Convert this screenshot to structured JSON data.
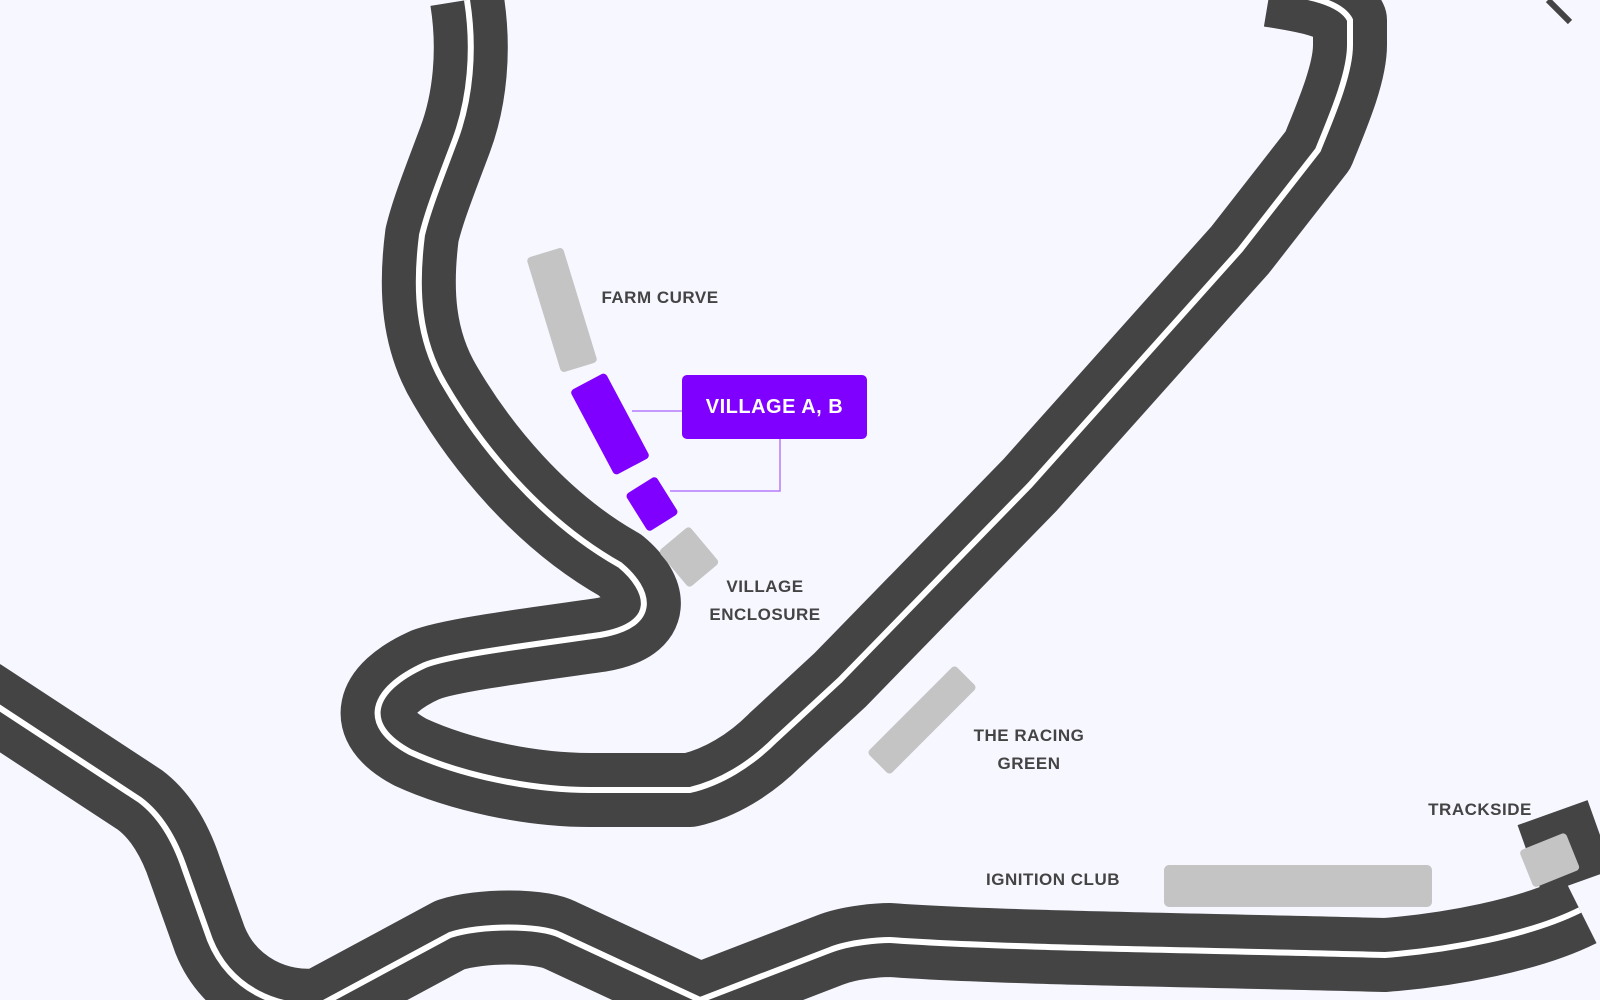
{
  "map": {
    "colors": {
      "background": "#f7f7ff",
      "track": "#444444",
      "track_center": "#ffffff",
      "zone": "#c4c4c4",
      "selected_zone": "#7f00ff",
      "callout_line": "#b57aff"
    },
    "selected": {
      "label": "VILLAGE A, B"
    },
    "labels": {
      "farm_curve": "FARM CURVE",
      "village_enclosure_1": "VILLAGE",
      "village_enclosure_2": "ENCLOSURE",
      "racing_green_1": "THE RACING",
      "racing_green_2": "GREEN",
      "trackside": "TRACKSIDE",
      "ignition_club": "IGNITION CLUB"
    }
  }
}
